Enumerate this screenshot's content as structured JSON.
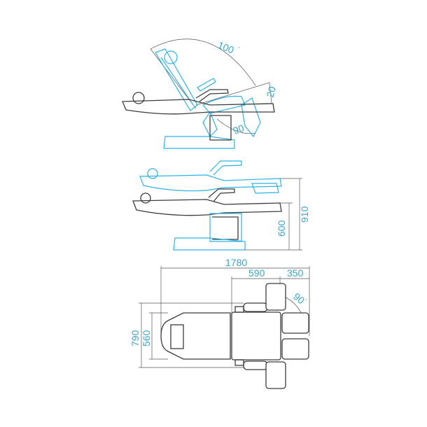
{
  "colors": {
    "outline": "#3c3c3c",
    "alt_position": "#2fb2e3",
    "label": "#3aa6c6"
  },
  "side_view_reclined": {
    "backrest_angle": "100",
    "footrest_up_angle": "20",
    "footrest_down_angle": "90",
    "degree_symbol": "°"
  },
  "side_view_height": {
    "max_height": "910",
    "min_height": "600"
  },
  "top_view": {
    "total_length": "1780",
    "seat_to_end": "590",
    "footrest_length": "350",
    "footrest_angle": "90",
    "degree_symbol": "°",
    "armrest_width": "790",
    "body_width": "560"
  }
}
